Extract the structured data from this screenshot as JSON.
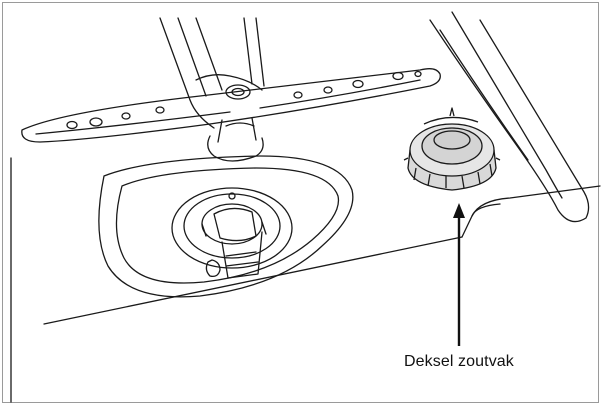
{
  "figure": {
    "callout_label": "Deksel zoutvak"
  },
  "colors": {
    "line": "#1a1a1a",
    "frame": "#9a9a9a",
    "cap_fill": "#d9d9d9",
    "background": "#ffffff"
  },
  "icons": [
    "salt-container-cap",
    "spray-arm",
    "drain-filter",
    "callout-arrow"
  ]
}
